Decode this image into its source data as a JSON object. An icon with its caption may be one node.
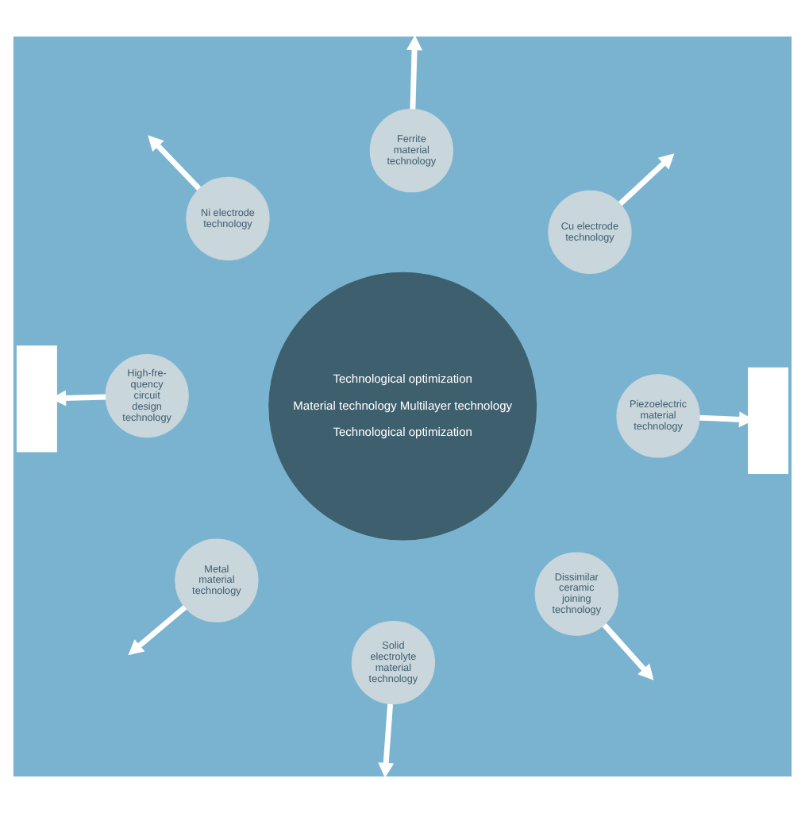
{
  "diagram": {
    "nodes": [
      {
        "text": [],
        "shape": "box"
      },
      {
        "text": [],
        "shape": "box"
      },
      {
        "text": [
          "Technological optimization",
          "Material technology Multilayer technology",
          "Technological optimization"
        ]
      },
      {
        "text": [
          "Ni electrode technology"
        ]
      },
      {
        "text": [
          "Cu electrode technology"
        ]
      },
      {
        "text": [
          "High-fre- quency circuit design technology"
        ]
      },
      {
        "text": [
          "Metal material technology"
        ]
      },
      {
        "text": [
          "Piezoelectric material technology"
        ]
      },
      {
        "text": [
          "Ferrite material technology"
        ]
      },
      {
        "text": [
          "Dissimilar ceramic joining technology"
        ]
      },
      {
        "text": [
          "Solid electrolyte material technology"
        ]
      }
    ],
    "edges": [
      {
        "from": 3,
        "to": null,
        "arrow": "to"
      },
      {
        "from": 4,
        "to": null,
        "arrow": "to"
      },
      {
        "from": 5,
        "to": 0,
        "arrow": "to"
      },
      {
        "from": 6,
        "to": null,
        "arrow": "to"
      },
      {
        "from": 7,
        "to": 1,
        "arrow": "to"
      },
      {
        "from": 8,
        "to": null,
        "arrow": "to"
      },
      {
        "from": 9,
        "to": null,
        "arrow": "to"
      },
      {
        "from": 10,
        "to": null,
        "arrow": "to"
      }
    ]
  }
}
